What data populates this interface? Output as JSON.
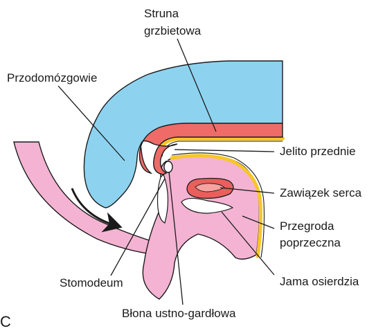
{
  "figure": {
    "panel_letter": "C",
    "labels": {
      "notochord_line1": "Struna",
      "notochord_line2": "grzbietowa",
      "forebrain": "Przodomózgowie",
      "foregut": "Jelito przednie",
      "heart_primordium": "Zawiązek serca",
      "septum_line1": "Przegroda",
      "septum_line2": "poprzeczna",
      "pericardial_cavity": "Jama osierdzia",
      "stomodeum": "Stomodeum",
      "oropharyngeal_membrane": "Błona ustno-gardłowa"
    },
    "colors": {
      "neural_tube": "#8dd3f0",
      "notochord": "#ee6b68",
      "mesoderm": "#f4b3d2",
      "endoderm": "#f7c62a",
      "cavity": "#ffffff",
      "outline": "#1a1a1a"
    },
    "icons": [
      "curved-arrow-icon"
    ]
  }
}
